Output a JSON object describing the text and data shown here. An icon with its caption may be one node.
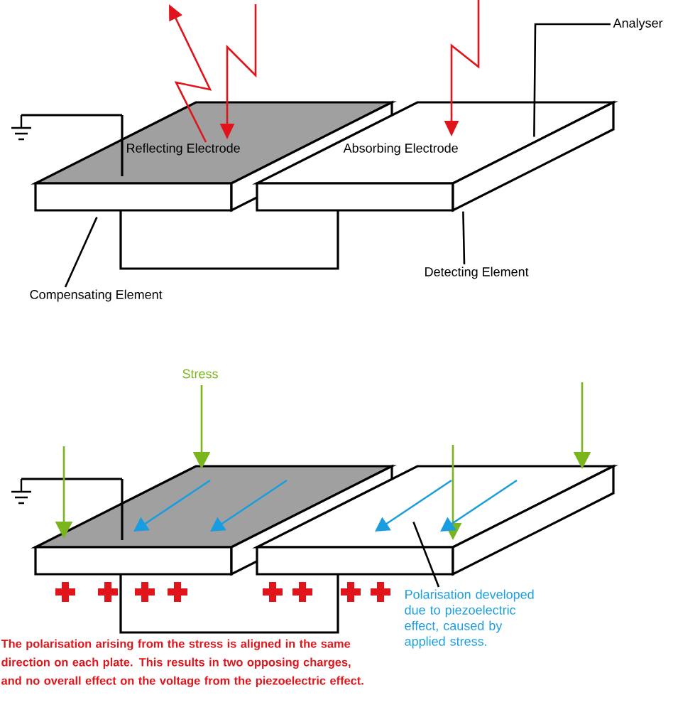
{
  "diagram": {
    "nodes": [
      {
        "text": [
          "Analyser"
        ]
      },
      {
        "text": [
          "Reflecting Electrode"
        ]
      },
      {
        "text": [
          "Absorbing Electrode"
        ]
      },
      {
        "text": [
          "Detecting Element"
        ]
      },
      {
        "text": [
          "Compensating Element"
        ]
      },
      {
        "text": [],
        "shape": "box"
      },
      {
        "text": [
          "Polarisation developed due to piezoelectric effect, caused by applied stress."
        ]
      }
    ],
    "edges": [
      {
        "from": 0,
        "to": 2,
        "arrow": "none"
      },
      {
        "from": 3,
        "to": 2,
        "arrow": "none"
      },
      {
        "from": 4,
        "to": 1,
        "arrow": "none"
      },
      {
        "from": 6,
        "to": 5,
        "arrow": "none"
      }
    ],
    "labels": [
      "Stress",
      "The polarisation arising from the stress is aligned in the same direction on each plate. This results in two opposing charges, and no overall effect on the voltage from the piezoelectric effect."
    ]
  }
}
